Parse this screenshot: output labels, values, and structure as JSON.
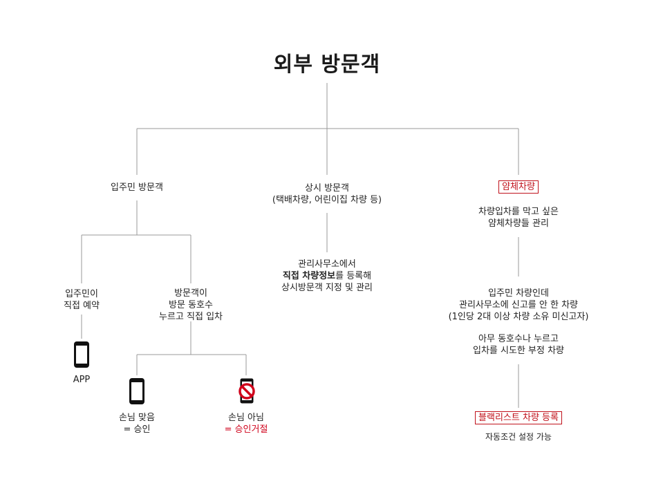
{
  "title": "외부 방문객",
  "resident_visitor": {
    "label": "입주민 방문객",
    "reservation": {
      "line1": "입주민이",
      "line2": "직접 예약"
    },
    "app_label": "APP",
    "self_entry": {
      "line1": "방문객이",
      "line2": "방문 동호수",
      "line3": "누르고 직접 입차"
    },
    "guest_yes": {
      "line1": "손님 맞음",
      "line2": "= 승인"
    },
    "guest_no": {
      "line1": "손님 아님",
      "line2": "= 승인거절"
    }
  },
  "regular_visitor": {
    "label": "상시 방문객",
    "sublabel": "(택배차량, 어린이집 차량 등)",
    "desc_line1": "관리사무소에서",
    "desc_line2_bold": "직접 차량정보",
    "desc_line2_rest": "를 등록해",
    "desc_line3": "상시방문객 지정 및 관리"
  },
  "stealth_vehicle": {
    "label": "얌체차량",
    "desc_line1": "차량입차를 막고 싶은",
    "desc_line2": "얌체차량들 관리",
    "case1_line1": "입주민 차량인데",
    "case1_line2": "관리사무소에 신고를 안 한 차량",
    "case1_line3": "(1인당 2대 이상 차량 소유 미신고자)",
    "case2_line1": "아무 동호수나 누르고",
    "case2_line2": "입차를 시도한 부정 차량",
    "blacklist_label": "블랙리스트 차량 등록",
    "blacklist_note": "자동조건 설정 가능"
  },
  "colors": {
    "accent_red": "#d0021b",
    "line": "#999999",
    "text": "#222222"
  }
}
